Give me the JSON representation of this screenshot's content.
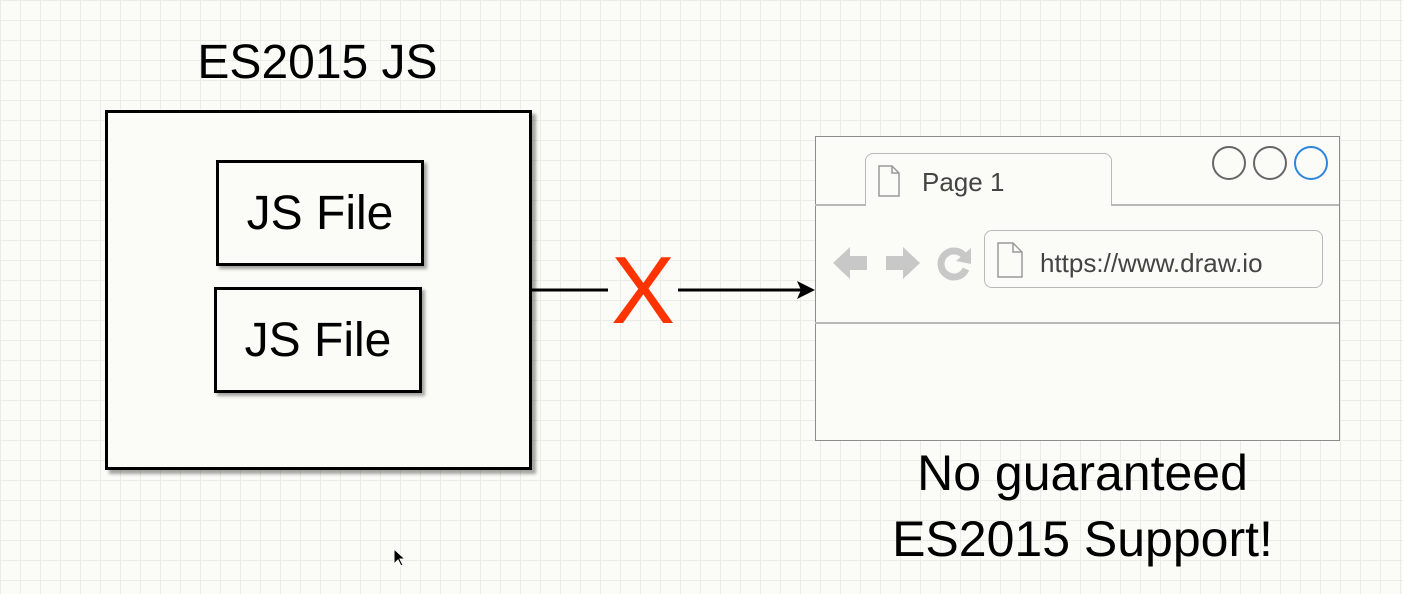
{
  "title": "ES2015 JS",
  "files": [
    {
      "label": "JS File"
    },
    {
      "label": "JS File"
    }
  ],
  "blocked_marker": "X",
  "browser": {
    "tab_label": "Page 1",
    "url": "https://www.draw.io",
    "window_buttons": [
      "window-circle",
      "window-circle",
      "window-circle-active"
    ],
    "nav_icons": [
      "back-arrow-icon",
      "forward-arrow-icon",
      "reload-icon"
    ]
  },
  "caption": {
    "line1": "No guaranteed",
    "line2": "ES2015 Support!"
  },
  "colors": {
    "x_mark": "#ff3300",
    "active_circle": "#2e86de",
    "nav_icon": "#c8c8c8"
  }
}
